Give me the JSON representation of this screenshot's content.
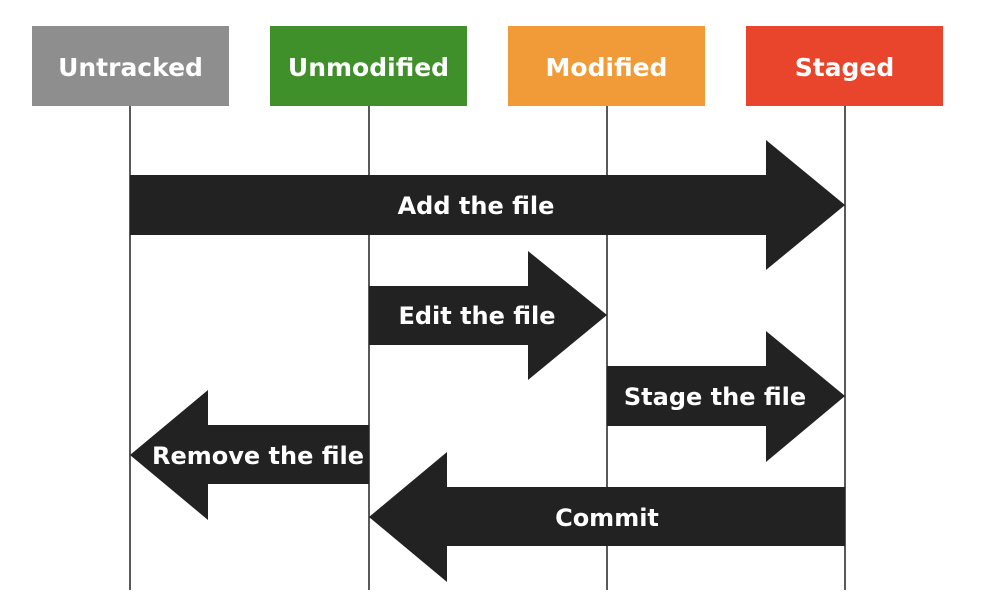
{
  "states": [
    {
      "label": "Untracked",
      "color": "#8e8e8e"
    },
    {
      "label": "Unmodified",
      "color": "#3f8f2a"
    },
    {
      "label": "Modified",
      "color": "#f19b38"
    },
    {
      "label": "Staged",
      "color": "#e8452c"
    }
  ],
  "transitions": [
    {
      "label": "Add the file",
      "from": "Untracked",
      "to": "Staged"
    },
    {
      "label": "Edit the file",
      "from": "Unmodified",
      "to": "Modified"
    },
    {
      "label": "Stage the file",
      "from": "Modified",
      "to": "Staged"
    },
    {
      "label": "Remove the file",
      "from": "Unmodified",
      "to": "Untracked"
    },
    {
      "label": "Commit",
      "from": "Staged",
      "to": "Unmodified"
    }
  ],
  "colors": {
    "arrow": "#222222",
    "lifeline": "#222222",
    "background": "#ffffff"
  }
}
